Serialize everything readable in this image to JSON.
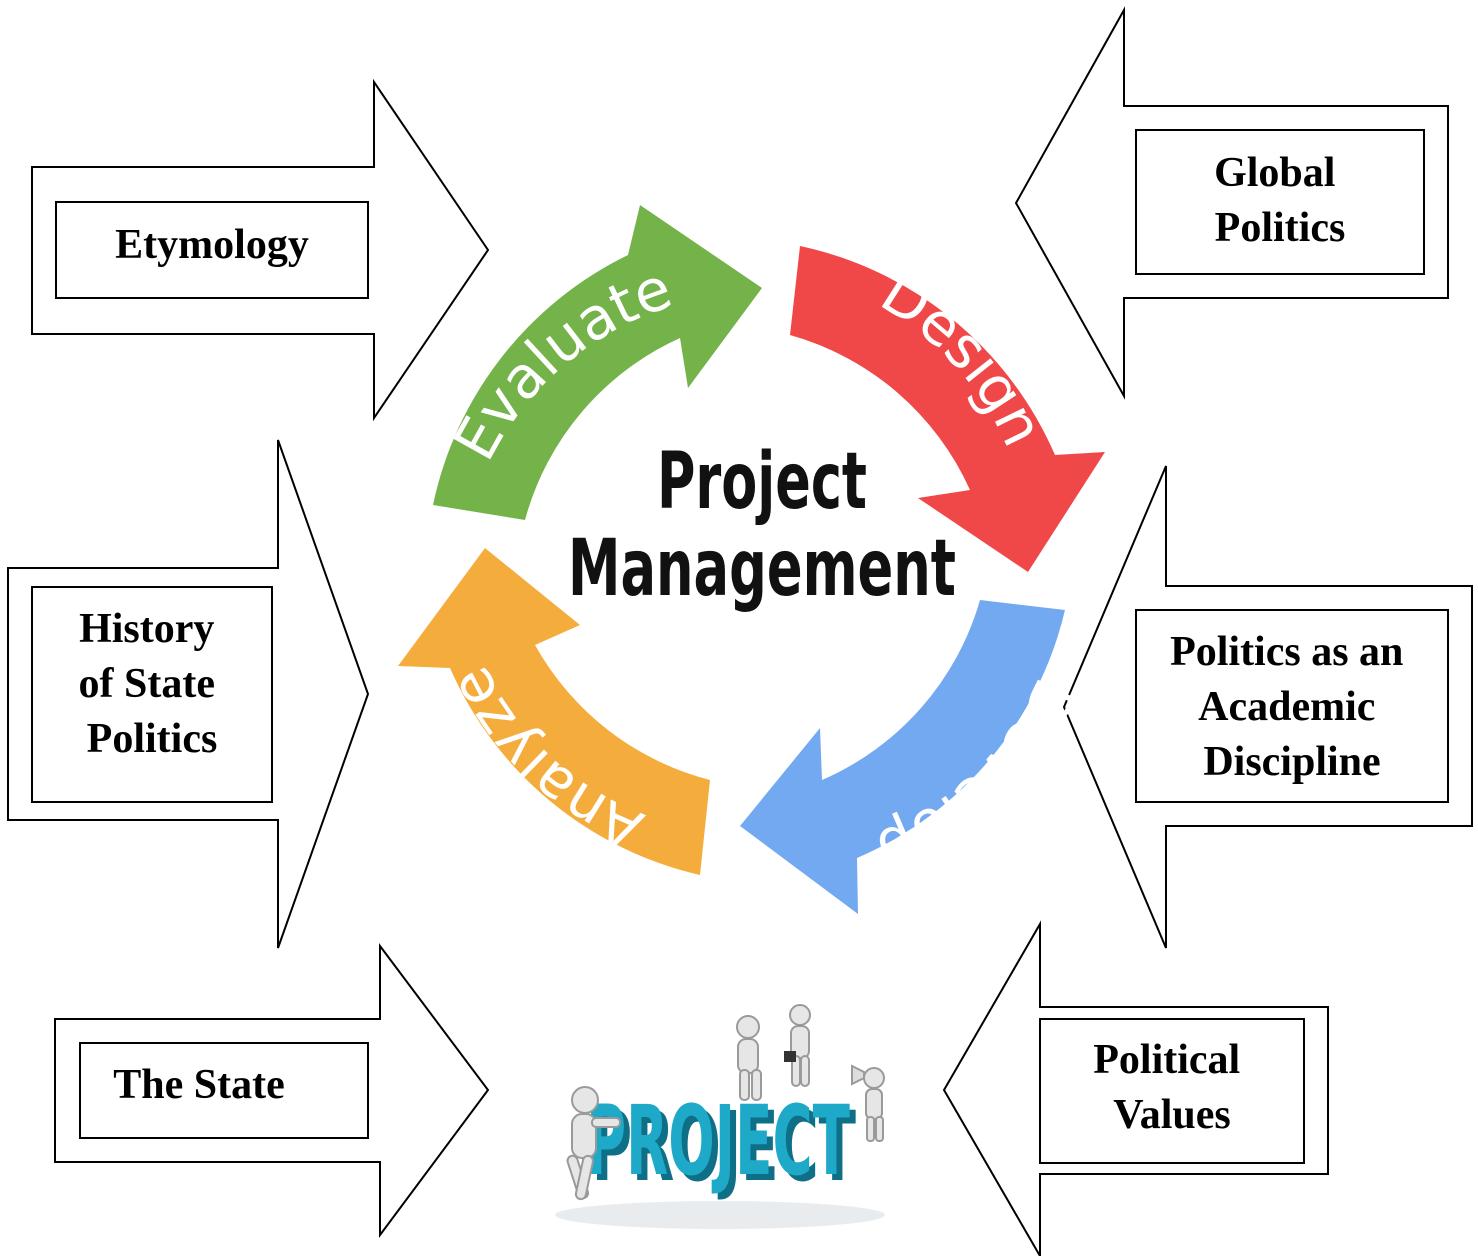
{
  "colors": {
    "evaluate": "#74b34a",
    "design": "#f04848",
    "develop": "#73a9f0",
    "analyze": "#f4ad3c",
    "project_word": "#1fa9c9"
  },
  "cycle": {
    "title_line1": "Project",
    "title_line2": "Management",
    "stages": {
      "evaluate": "Evaluate",
      "design": "Design",
      "develop": "Develop",
      "analyze": "Analyze"
    }
  },
  "topics": {
    "etymology": [
      "Etymology"
    ],
    "global_politics": [
      "Global",
      "Politics"
    ],
    "history": [
      "History",
      "of State",
      "Politics"
    ],
    "academic": [
      "Politics as an",
      "Academic",
      "Discipline"
    ],
    "the_state": [
      "The State"
    ],
    "political_values": [
      "Political",
      "Values"
    ]
  },
  "illustration": {
    "project_word": "PROJECT",
    "figure_icon": "stick-figure-icon",
    "megaphone_icon": "megaphone-icon"
  }
}
